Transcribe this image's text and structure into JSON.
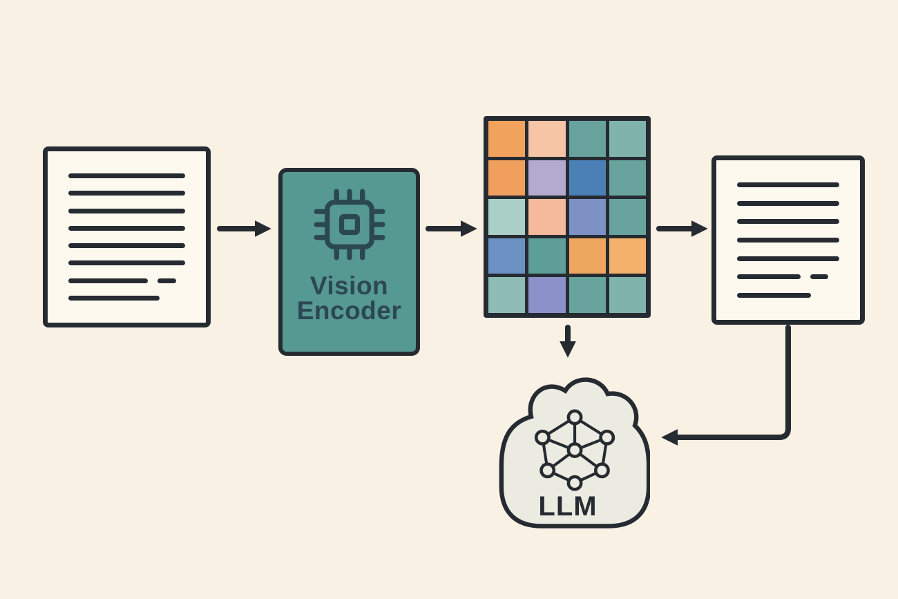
{
  "colors": {
    "background": "#f8f1e4",
    "ink": "#262b31",
    "paper": "#fdf9ef",
    "encoder_fill": "#569892",
    "encoder_text": "#2b4752",
    "cloud_fill": "#ecebe2"
  },
  "input_document": {
    "lines": [
      [
        "100%"
      ],
      [
        "100%"
      ],
      [
        "100%"
      ],
      [
        "100%"
      ],
      [
        "100%"
      ],
      [
        "100%"
      ],
      [
        "68%",
        "16%"
      ],
      [
        "78%"
      ]
    ]
  },
  "vision_encoder": {
    "label_line1": "Vision",
    "label_line2": "Encoder",
    "icon": "chip-icon"
  },
  "patch_grid": {
    "rows": 5,
    "cols": 4,
    "colors": [
      [
        "#f1a35d",
        "#f5c5a5",
        "#67a29c",
        "#80b3ac"
      ],
      [
        "#f0a05c",
        "#b4aad0",
        "#4b80b6",
        "#68a49d"
      ],
      [
        "#abd0c7",
        "#f5b99b",
        "#7e91c5",
        "#68a49d"
      ],
      [
        "#6c91c3",
        "#5d9e98",
        "#eea75f",
        "#f3b16c"
      ],
      [
        "#8ebbb3",
        "#8c91c9",
        "#68a49d",
        "#80b3ac"
      ]
    ]
  },
  "output_document": {
    "lines": [
      [
        "100%"
      ],
      [
        "100%"
      ],
      [
        "100%"
      ],
      [
        "100%"
      ],
      [
        "100%"
      ],
      [
        "62%",
        "18%"
      ],
      [
        "72%"
      ]
    ]
  },
  "llm": {
    "label": "LLM",
    "icon": "neural-network-icon"
  }
}
